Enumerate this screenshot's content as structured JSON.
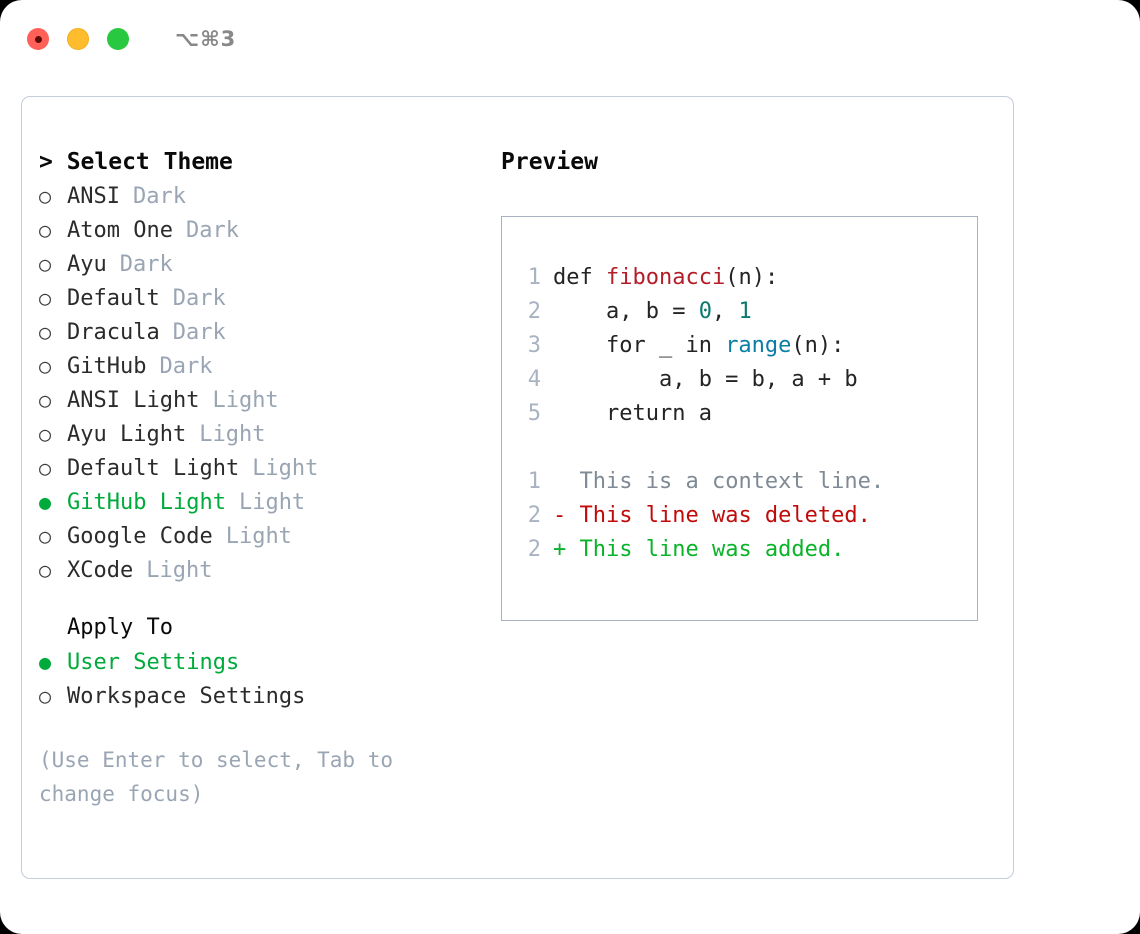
{
  "titlebar": {
    "traffic_lights": [
      "close-red",
      "minimize-yellow",
      "maximize-green"
    ],
    "shortcut": "⌥⌘3"
  },
  "left": {
    "list_title": "> Select Theme",
    "themes": [
      {
        "bullet": "○",
        "name": "ANSI",
        "category": "Dark",
        "selected": false
      },
      {
        "bullet": "○",
        "name": "Atom One",
        "category": "Dark",
        "selected": false
      },
      {
        "bullet": "○",
        "name": "Ayu",
        "category": "Dark",
        "selected": false
      },
      {
        "bullet": "○",
        "name": "Default",
        "category": "Dark",
        "selected": false
      },
      {
        "bullet": "○",
        "name": "Dracula",
        "category": "Dark",
        "selected": false
      },
      {
        "bullet": "○",
        "name": "GitHub",
        "category": "Dark",
        "selected": false
      },
      {
        "bullet": "○",
        "name": "ANSI Light",
        "category": "Light",
        "selected": false
      },
      {
        "bullet": "○",
        "name": "Ayu Light",
        "category": "Light",
        "selected": false
      },
      {
        "bullet": "○",
        "name": "Default Light",
        "category": "Light",
        "selected": false
      },
      {
        "bullet": "●",
        "name": "GitHub Light",
        "category": "Light",
        "selected": true
      },
      {
        "bullet": "○",
        "name": "Google Code",
        "category": "Light",
        "selected": false
      },
      {
        "bullet": "○",
        "name": "XCode",
        "category": "Light",
        "selected": false
      }
    ],
    "apply_to_title": "Apply To",
    "apply_options": [
      {
        "bullet": "●",
        "name": "User Settings",
        "selected": true
      },
      {
        "bullet": "○",
        "name": "Workspace Settings",
        "selected": false
      }
    ],
    "hint": "(Use Enter to select, Tab to change focus)"
  },
  "right": {
    "preview_title": "Preview",
    "code_lines": [
      {
        "no": "1",
        "tokens": [
          {
            "t": "def ",
            "c": "tok-def"
          },
          {
            "t": "fibonacci",
            "c": "tok-fn"
          },
          {
            "t": "(n):",
            "c": "tok-plain"
          }
        ]
      },
      {
        "no": "2",
        "tokens": [
          {
            "t": "    a, b = ",
            "c": "tok-plain"
          },
          {
            "t": "0",
            "c": "tok-num"
          },
          {
            "t": ", ",
            "c": "tok-plain"
          },
          {
            "t": "1",
            "c": "tok-num"
          }
        ]
      },
      {
        "no": "3",
        "tokens": [
          {
            "t": "    for _ in ",
            "c": "tok-plain"
          },
          {
            "t": "range",
            "c": "tok-builtin"
          },
          {
            "t": "(n):",
            "c": "tok-plain"
          }
        ]
      },
      {
        "no": "4",
        "tokens": [
          {
            "t": "        a, b = b, a + b",
            "c": "tok-plain"
          }
        ]
      },
      {
        "no": "5",
        "tokens": [
          {
            "t": "    return a",
            "c": "tok-plain"
          }
        ]
      }
    ],
    "diff_lines": [
      {
        "no": "1",
        "marker": "  ",
        "text": "This is a context line.",
        "kind": "diff-ctx"
      },
      {
        "no": "2",
        "marker": "- ",
        "text": "This line was deleted.",
        "kind": "diff-del"
      },
      {
        "no": "2",
        "marker": "+ ",
        "text": "This line was added.",
        "kind": "diff-add"
      }
    ]
  },
  "colors": {
    "accent_green": "#00ab3c",
    "muted": "#9aa5b4",
    "border": "#c3ccd8",
    "preview_border": "#a8b2c1",
    "diff_delete": "#c00b0b",
    "diff_add": "#0ab32a",
    "token_function": "#b31d28",
    "token_builtin": "#0a7ea4",
    "token_number": "#0b7a6e"
  }
}
